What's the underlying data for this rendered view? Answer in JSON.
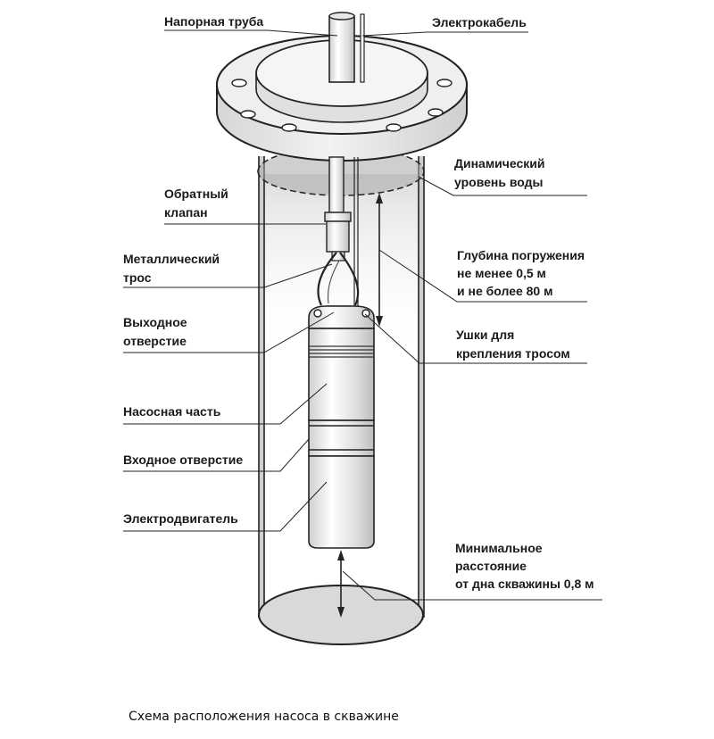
{
  "labels": {
    "pressure_pipe": "Напорная труба",
    "electric_cable": "Электрокабель",
    "dynamic_level": [
      "Динамический",
      "уровень воды"
    ],
    "check_valve": [
      "Обратный",
      "клапан"
    ],
    "metal_cable": [
      "Металлический",
      "трос"
    ],
    "immersion_depth": [
      "Глубина погружения",
      "не менее 0,5 м",
      "и не более 80 м"
    ],
    "outlet": [
      "Выходное",
      "отверстие"
    ],
    "lugs": [
      "Ушки для",
      "крепления тросом"
    ],
    "pump_section": "Насосная часть",
    "inlet": "Входное отверстие",
    "motor": "Электродвигатель",
    "min_distance": [
      "Минимальное",
      "расстояние",
      "от дна скважины 0,8 м"
    ]
  },
  "caption": "Схема расположения насоса в скважине"
}
